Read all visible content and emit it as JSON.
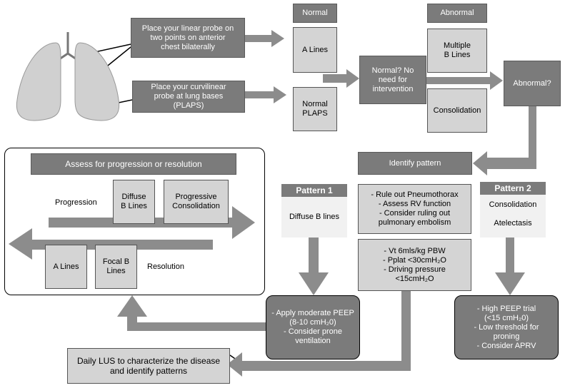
{
  "probe_linear": "Place your linear probe on\ntwo points on anterior\nchest bilaterally",
  "probe_curvilinear": "Place your curvilinear\nprobe at lung bases\n(PLAPS)",
  "normal_header": "Normal",
  "abnormal_header": "Abnormal",
  "a_lines": "A Lines",
  "normal_plaps": "Normal\nPLAPS",
  "multiple_b_lines": "Multiple\nB Lines",
  "consolidation": "Consolidation",
  "normal_question": "Normal? No\nneed for\nintervention",
  "abnormal_question": "Abnormal?",
  "identify_pattern": "Identify pattern",
  "assess_title": "Assess for progression or resolution",
  "progression_label": "Progression",
  "resolution_label": "Resolution",
  "diffuse_b_lines": "Diffuse\nB  Lines",
  "progressive_consolidation": "Progressive\nConsolidation",
  "a_lines_resolution": "A Lines",
  "focal_b_lines": "Focal B\nLines",
  "pattern1_title": "Pattern 1",
  "pattern1_body": "Diffuse B lines",
  "pattern2_title": "Pattern 2",
  "pattern2_line1": "Consolidation",
  "pattern2_line2": "Atelectasis",
  "rule_out_box": "- Rule out Pneumothorax\n- Assess RV function\n- Consider ruling out\npulmonary embolism",
  "ventilation_box": "- Vt 6mls/kg PBW\n- Pplat <30cmH₂O\n- Driving pressure\n<15cmH₂O",
  "peep_moderate": "- Apply moderate PEEP\n(8-10 cmH₂0)\n- Consider prone\nventilation",
  "peep_high": "- High PEEP trial\n(<15 cmH₂0)\n- Low threshold for\nproning\n- Consider APRV",
  "daily_lus": "Daily LUS to characterize the disease\nand identify patterns",
  "colors": {
    "dark_box": "#7b7b7b",
    "light_box": "#d4d4d4",
    "arrow": "#8c8c8c"
  }
}
